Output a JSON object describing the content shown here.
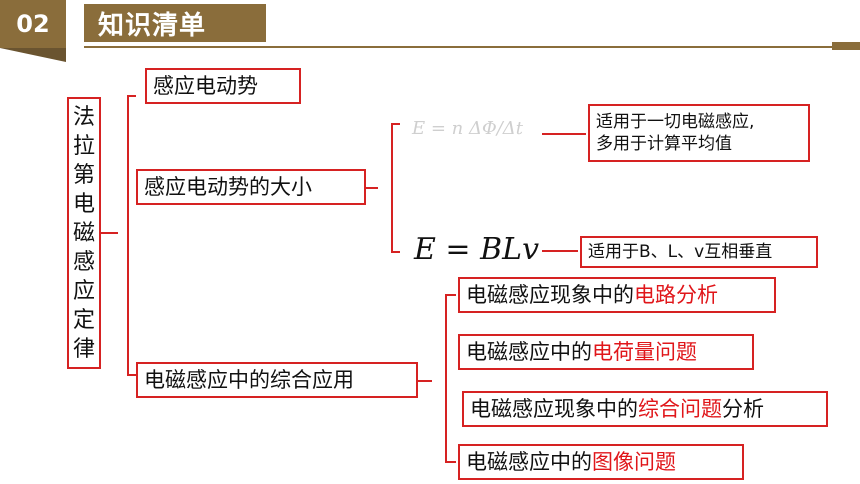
{
  "header": {
    "section_number": "02",
    "section_title": "知识清单"
  },
  "root": {
    "chars": [
      "法",
      "拉",
      "第",
      "电",
      "磁",
      "感",
      "应",
      "定",
      "律"
    ]
  },
  "branches": {
    "emf": "感应电动势",
    "emf_size": "感应电动势的大小",
    "applications": "电磁感应中的综合应用"
  },
  "formulas": {
    "faraday": "E = n ΔΦ/Δt",
    "faraday_note_line1": "适用于一切电磁感应,",
    "faraday_note_line2": "多用于计算平均值",
    "motional": "E = BLv",
    "motional_note": "适用于B、L、v互相垂直"
  },
  "applications": [
    {
      "prefix": "电磁感应现象中的",
      "highlight": "电路分析",
      "suffix": ""
    },
    {
      "prefix": "电磁感应中的",
      "highlight": "电荷量问题",
      "suffix": ""
    },
    {
      "prefix": "电磁感应现象中的",
      "highlight": "综合问题",
      "suffix": "分析"
    },
    {
      "prefix": "电磁感应中的",
      "highlight": "图像问题",
      "suffix": ""
    }
  ],
  "colors": {
    "accent_brown": "#8a6d3b",
    "box_border_red": "#d62222",
    "highlight_red": "#e0161a"
  }
}
